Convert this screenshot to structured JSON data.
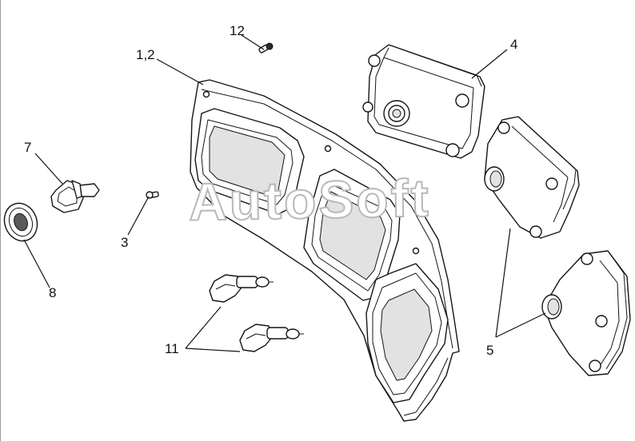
{
  "drawing": {
    "watermark": "AutoSoft",
    "callouts": {
      "c12": "12",
      "c1_2": "1,2",
      "c4": "4",
      "c7": "7",
      "c3": "3",
      "c8": "8",
      "c11": "11",
      "c5": "5"
    }
  },
  "colors": {
    "line": "#151515",
    "watermark_outline": "#b9b9b9",
    "background": "#ffffff"
  }
}
